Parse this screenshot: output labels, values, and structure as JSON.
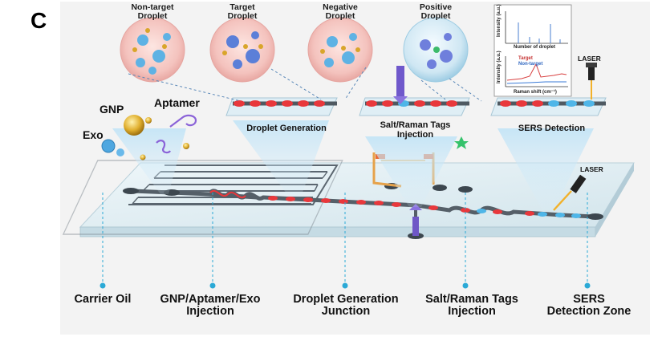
{
  "panel_letter": "C",
  "bubbles": [
    {
      "label_line1": "Non-target",
      "label_line2": "Droplet"
    },
    {
      "label_line1": "Target",
      "label_line2": "Droplet"
    },
    {
      "label_line1": "Negative",
      "label_line2": "Droplet"
    },
    {
      "label_line1": "Positive",
      "label_line2": "Droplet"
    }
  ],
  "reagents": {
    "gnp": "GNP",
    "aptamer": "Aptamer",
    "exo": "Exo"
  },
  "stages": {
    "droplet_generation": "Droplet Generation",
    "salt_raman_line1": "Salt/Raman Tags",
    "salt_raman_line2": "Injection",
    "sers_detection": "SERS Detection"
  },
  "plot": {
    "top_ylabel": "Intensity (a.u.)",
    "top_xlabel": "Number of droplet",
    "bottom_ylabel": "Intensity (a.u.)",
    "bottom_xlabel": "Raman shift (cm⁻¹)",
    "legend_target": "Target",
    "legend_nontarget": "Non-target"
  },
  "laser_labels": {
    "top": "LASER",
    "chip": "LASER"
  },
  "bottom_labels": [
    {
      "line1": "Carrier Oil",
      "line2": ""
    },
    {
      "line1": "GNP/Aptamer/Exo",
      "line2": "Injection"
    },
    {
      "line1": "Droplet Generation",
      "line2": "Junction"
    },
    {
      "line1": "Salt/Raman Tags",
      "line2": "Injection"
    },
    {
      "line1": "SERS",
      "line2": "Detection Zone"
    }
  ],
  "colors": {
    "chip": "#e4f0f5",
    "channel": "#55606b",
    "droplet_red": "#e8383c",
    "droplet_blue": "#4fb6e8",
    "callout": "#2aa9d6",
    "bubble_pink": "#f5c7c3",
    "bubble_blue": "#cde6f2"
  }
}
